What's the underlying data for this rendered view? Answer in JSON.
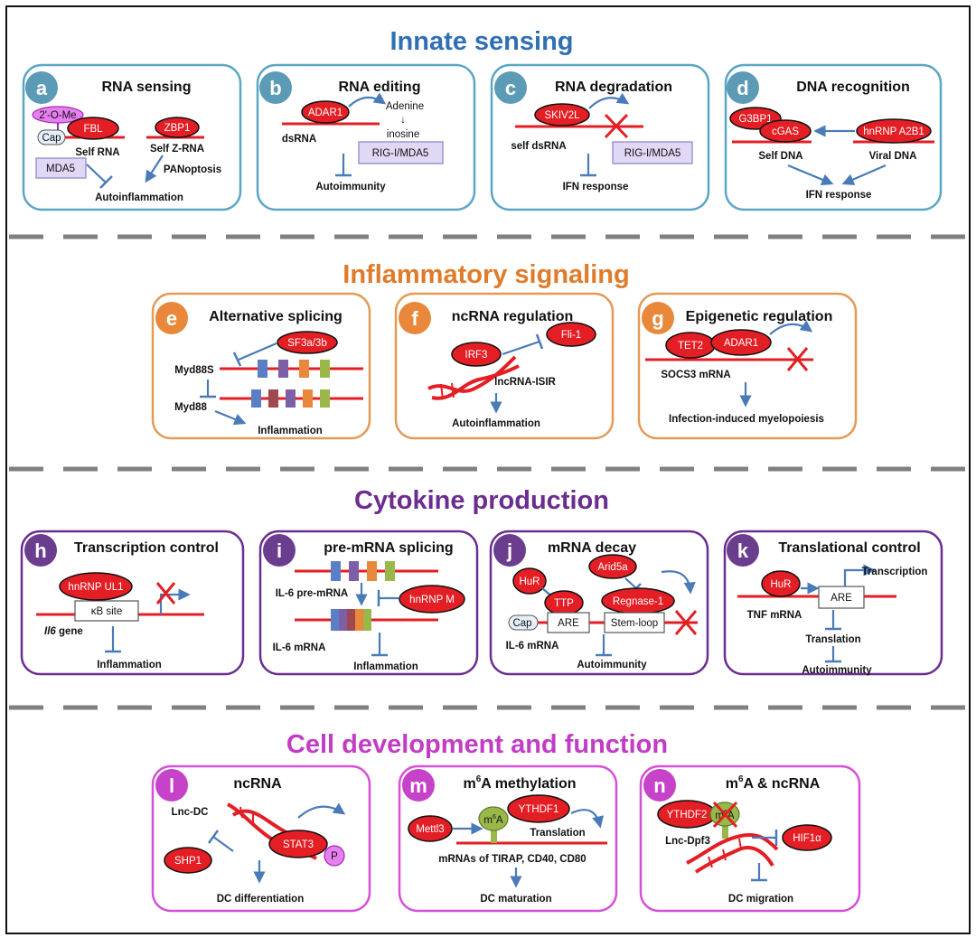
{
  "sections": [
    {
      "title": "Innate sensing",
      "color": "#2f6fb5"
    },
    {
      "title": "Inflammatory signaling",
      "color": "#e07b2a"
    },
    {
      "title": "Cytokine production",
      "color": "#6b2d8f"
    },
    {
      "title": "Cell development and function",
      "color": "#c23cc6"
    }
  ],
  "panels": {
    "a": {
      "letter": "a",
      "title": "RNA sensing",
      "mod": "2'-O-Me",
      "cap": "Cap",
      "p1": "FBL",
      "p2": "ZBP1",
      "l1": "Self RNA",
      "l2": "Self Z-RNA",
      "l3": "PANoptosis",
      "box": "MDA5",
      "out": "Autoinflammation"
    },
    "b": {
      "letter": "b",
      "title": "RNA editing",
      "p1": "ADAR1",
      "l1": "dsRNA",
      "l2": "Adenine",
      "arrow": "↓",
      "l3": "inosine",
      "box": "RIG-I/MDA5",
      "out": "Autoimmunity"
    },
    "c": {
      "letter": "c",
      "title": "RNA degradation",
      "p1": "SKIV2L",
      "l1": "self dsRNA",
      "box": "RIG-I/MDA5",
      "out": "IFN response"
    },
    "d": {
      "letter": "d",
      "title": "DNA recognition",
      "p1": "G3BP1",
      "p2": "cGAS",
      "p3": "hnRNP A2B1",
      "l1": "Self DNA",
      "l2": "Viral DNA",
      "out": "IFN response"
    },
    "e": {
      "letter": "e",
      "title": "Alternative splicing",
      "p1": "SF3a/3b",
      "l1": "Myd88S",
      "l2": "Myd88",
      "out": "Inflammation"
    },
    "f": {
      "letter": "f",
      "title": "ncRNA regulation",
      "p1": "IRF3",
      "p2": "Fli-1",
      "l1": "lncRNA-ISIR",
      "out": "Autoinflammation"
    },
    "g": {
      "letter": "g",
      "title": "Epigenetic  regulation",
      "p1": "TET2",
      "p2": "ADAR1",
      "l1": "SOCS3 mRNA",
      "out": "Infection-induced myelopoiesis"
    },
    "h": {
      "letter": "h",
      "title": "Transcription control",
      "p1": "hnRNP UL1",
      "box": "κB site",
      "l1": "Il6",
      "l2": " gene",
      "out": "Inflammation"
    },
    "i": {
      "letter": "i",
      "title": "pre-mRNA splicing",
      "p1": "hnRNP M",
      "l1": "IL-6 pre-mRNA",
      "l2": "IL-6 mRNA",
      "out": "Inflammation"
    },
    "j": {
      "letter": "j",
      "title": "mRNA decay",
      "p1": "HuR",
      "p2": "TTP",
      "p3": "Arid5a",
      "p4": "Regnase-1",
      "cap": "Cap",
      "box1": "ARE",
      "box2": "Stem-loop",
      "l1": "IL-6 mRNA",
      "out": "Autoimmunity"
    },
    "k": {
      "letter": "k",
      "title": "Translational control",
      "p1": "HuR",
      "box": "ARE",
      "l1": "TNF mRNA",
      "l2": "Transcription",
      "l3": "Translation",
      "out": "Autoimmunity"
    },
    "l": {
      "letter": "l",
      "title": "ncRNA",
      "p1": "STAT3",
      "p2": "SHP1",
      "p3": "P",
      "l1": "Lnc-DC",
      "out": "DC differentiation"
    },
    "m": {
      "letter": "m",
      "title_a": "m",
      "title_sup": "6",
      "title_b": "A methylation",
      "p1": "YTHDF1",
      "p2": "Mettl3",
      "mod_a": "m",
      "mod_sup": "6",
      "mod_b": "A",
      "l1": "Translation",
      "l2": "mRNAs of TIRAP, CD40, CD80",
      "out": "DC maturation"
    },
    "n": {
      "letter": "n",
      "title_a": "m",
      "title_sup": "6",
      "title_b": "A & ncRNA",
      "p1": "YTHDF2",
      "p2": "HIF1α",
      "mod_a": "m",
      "mod_sup": "6",
      "mod_b": "A",
      "l1": "Lnc-Dpf3",
      "out": "DC migration"
    }
  },
  "colors": {
    "protein": "#e31e24",
    "rna_line": "#e31e24",
    "arrow": "#4a7ab8",
    "box_fill": "#e0d8f4",
    "box_stroke": "#8f7ec4",
    "modification": "#e67ff0",
    "cap_fill": "#e5f0fb",
    "m6a": "#9ab84a",
    "dash": "#808080"
  }
}
